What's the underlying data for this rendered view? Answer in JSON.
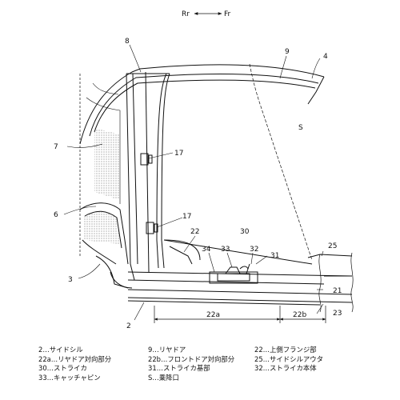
{
  "direction": {
    "rear": "Rr",
    "front": "Fr"
  },
  "callouts": {
    "c2": "2",
    "c3": "3",
    "c4": "4",
    "c6": "6",
    "c7": "7",
    "c8": "8",
    "c9": "9",
    "c17a": "17",
    "c17b": "17",
    "c21": "21",
    "c22": "22",
    "c23": "23",
    "c25": "25",
    "c30": "30",
    "c31": "31",
    "c32": "32",
    "c33": "33",
    "c34": "34",
    "s": "S",
    "d22a": "22a",
    "d22b": "22b"
  },
  "legend": {
    "col1": [
      "2…サイドシル",
      "22a…リヤドア対向部分",
      "30…ストライカ",
      "33…キャッチャピン"
    ],
    "col2": [
      "9…リヤドア",
      "22b…フロントドア対向部分",
      "31…ストライカ基部",
      "S…乗降口"
    ],
    "col3": [
      "22…上側フランジ部",
      "25…サイドシルアウタ",
      "32…ストライカ本体"
    ]
  }
}
